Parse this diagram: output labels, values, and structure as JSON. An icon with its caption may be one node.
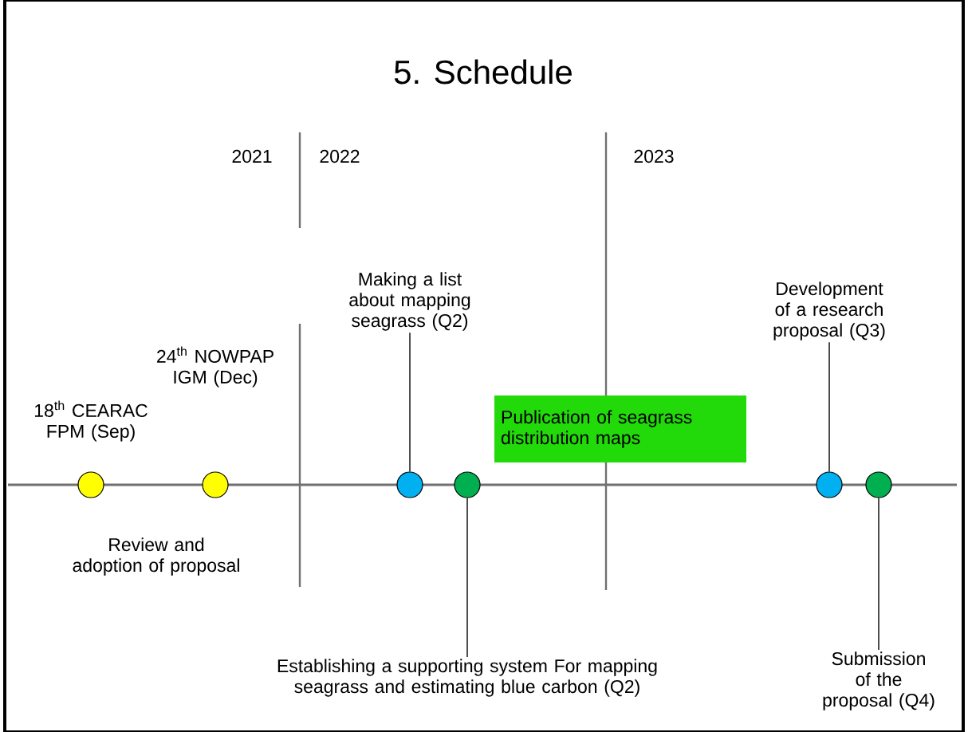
{
  "diagram": {
    "title": "5. Schedule",
    "nodes": [
      {
        "text": [],
        "shape": "circle"
      },
      {
        "text": [],
        "shape": "circle"
      },
      {
        "text": [
          "Making a list about mapping seagrass (Q2)"
        ]
      },
      {
        "text": [],
        "shape": "circle"
      },
      {
        "text": [],
        "shape": "circle"
      },
      {
        "text": [
          "Establishing a supporting system For mapping seagrass and estimating blue carbon (Q2)"
        ]
      },
      {
        "text": [
          "Publication of seagrass distribution maps"
        ]
      },
      {
        "text": [
          "Development of a research proposal (Q3)"
        ]
      },
      {
        "text": [],
        "shape": "circle"
      },
      {
        "text": [],
        "shape": "circle"
      },
      {
        "text": [
          "Submission of the proposal (Q4)"
        ]
      }
    ],
    "edges": [
      {
        "from": 2,
        "to": 3,
        "arrow": "none"
      },
      {
        "from": 5,
        "to": 4,
        "arrow": "none"
      },
      {
        "from": 7,
        "to": 8,
        "arrow": "none"
      },
      {
        "from": 10,
        "to": 9,
        "arrow": "none"
      }
    ],
    "labels": [
      "2021",
      "2022",
      "2023",
      "24$^{th}$ NOWPAP IGM (Dec)",
      "18$^{th}$ CEARAC FPM (Sep)",
      "Review and adoption of proposal"
    ]
  }
}
